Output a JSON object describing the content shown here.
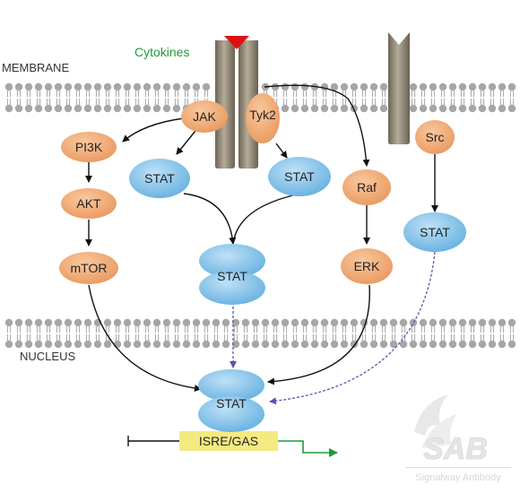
{
  "labels": {
    "membrane": "MEMBRANE",
    "nucleus": "NUCLEUS",
    "cytokines": "Cytokines"
  },
  "nodes": {
    "jak": "JAK",
    "tyk2": "Tyk2",
    "pi3k": "PI3K",
    "akt": "AKT",
    "mtor": "mTOR",
    "stat_left": "STAT",
    "stat_mid": "STAT",
    "stat_dimer": "STAT",
    "raf": "Raf",
    "erk": "ERK",
    "src": "Src",
    "stat_src": "STAT",
    "stat_nuclear": "STAT",
    "promoter": "ISRE/GAS"
  },
  "watermark": {
    "logo_text": "SAB",
    "company": "Signalway Antibody"
  },
  "colors": {
    "membrane_bead": "#a6a6a6",
    "receptor": "#8a7f6e",
    "kinase_fill": "#f2aa72",
    "stat_fill": "#86c3ec",
    "promoter_fill": "#f4ea82",
    "ligand": "#dd1111",
    "cytokine_text": "#1f9a3c",
    "dashed_arrow": "#6650a8",
    "transcription_arrow": "#1f9a3c"
  }
}
